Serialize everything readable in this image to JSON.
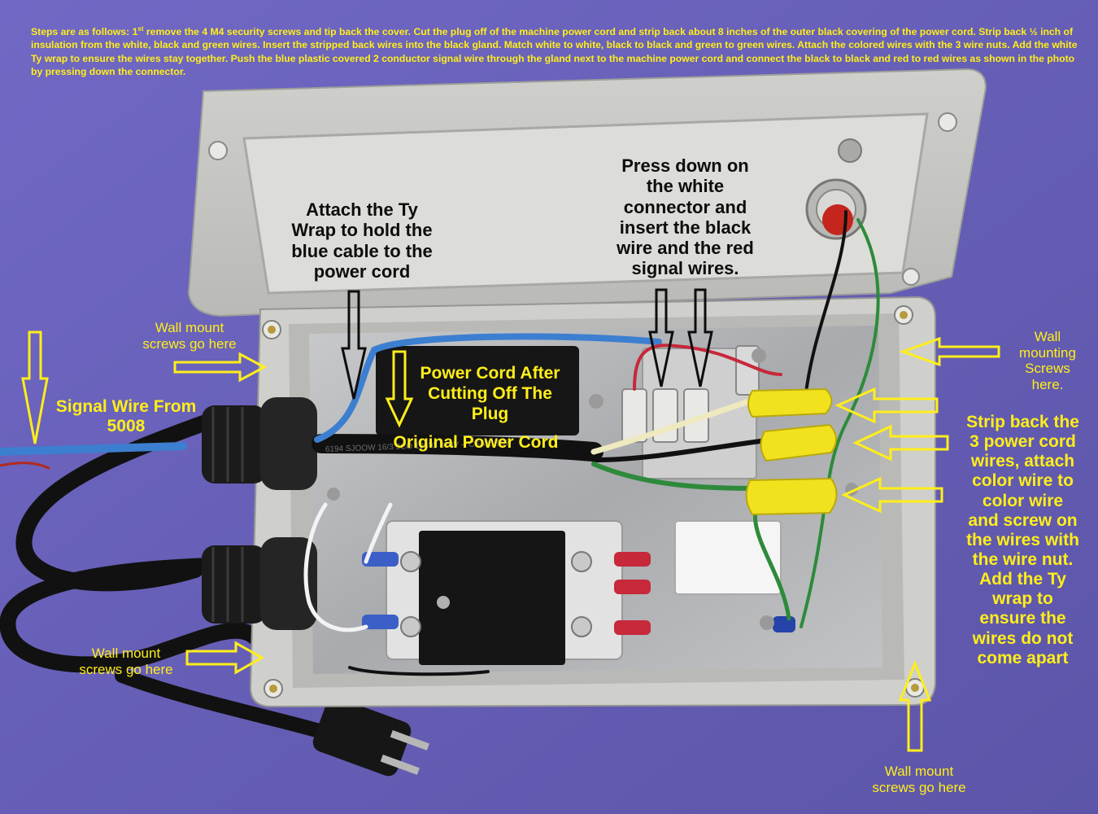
{
  "instructions": {
    "text_a": "Steps are as follows: 1",
    "superscript": "st",
    "text_b": " remove the 4 M4 security screws and tip back the cover.  Cut the plug off of the machine power cord and strip back about 8 inches of the outer black covering of the power cord.  Strip back ½ inch of insulation from the white, black and green wires.  Insert the stripped back wires into the black gland. Match white to white, black to black and green to green wires.  Attach the colored wires with the 3 wire nuts.  Add the white Ty wrap to ensure the wires stay together.  Push the blue plastic covered 2 conductor  signal wire through the gland next to the machine power cord and connect the black to black and red to red wires as shown in the photo by pressing down the connector."
  },
  "labels": {
    "tywrap": "Attach the Ty\nWrap to hold the\nblue cable to the\npower cord",
    "connector": "Press down on\nthe white\nconnector and\ninsert the black\nwire and the red\nsignal wires.",
    "power_cord_after": "Power Cord After\nCutting Off The\nPlug",
    "original_cord": "Original Power Cord",
    "signal_wire": "Signal Wire From\n5008",
    "wall_mount_tl": "Wall mount\nscrews go here",
    "wall_mount_bl": "Wall mount\nscrews go here",
    "wall_mount_tr": "Wall\nmounting\nScrews\nhere.",
    "wall_mount_br": "Wall mount\nscrews go here",
    "strip_back": "Strip back the\n3 power cord\nwires, attach\ncolor wire to\ncolor wire\nand screw on\nthe wires with\nthe wire nut.\nAdd the Ty\nwrap to\nensure the\nwires do not\ncome apart",
    "cord_print": "6194 SJOOW 16/3 3CO 105°C 300V -- CSA LL997"
  },
  "colors": {
    "background": "#6b62b8",
    "label_yellow": "#ffee1a",
    "label_black": "#0d0d0d",
    "enclosure": "#d3d4d0",
    "wire_nut": "#f2e21e",
    "signal_cable": "#3c7fd0"
  },
  "icons": {
    "arrow": "hollow-yellow-arrow",
    "pointer": "hollow-black-arrow",
    "screw": "screw-icon",
    "wire_nut": "wire-nut-icon",
    "push_button": "push-button-icon",
    "plug": "plug-icon"
  }
}
